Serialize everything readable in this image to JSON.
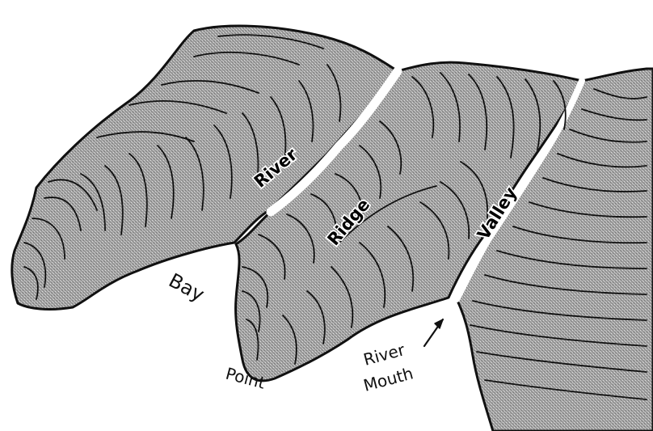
{
  "labels": {
    "river": "River",
    "ridge": "Ridge",
    "valley": "Valley",
    "bay": "Bay",
    "point": "Point",
    "river_mouth_line1": "River",
    "river_mouth_line2": "Mouth"
  },
  "colors": {
    "land_fill": "#9a9a9a",
    "outline": "#111111",
    "background": "#ffffff"
  }
}
